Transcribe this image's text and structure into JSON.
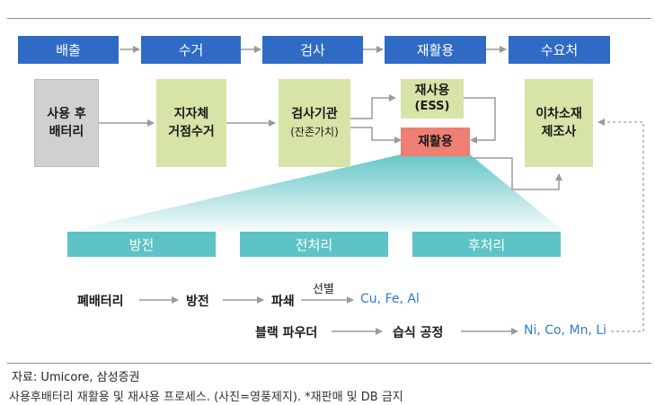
{
  "stages": [
    "배출",
    "수거",
    "검사",
    "재활용",
    "수요처"
  ],
  "boxes": {
    "used_battery": [
      "사용 후",
      "배터리"
    ],
    "local_collection": [
      "지자체",
      "거점수거"
    ],
    "inspection": {
      "title": "검사기관",
      "sub": "(잔존가치)"
    },
    "reuse": {
      "title": "재사용",
      "sub": "(ESS)"
    },
    "recycle": "재활용",
    "secondary_maker": [
      "이차소재",
      "제조사"
    ]
  },
  "processes": [
    "방전",
    "전처리",
    "후처리"
  ],
  "flow": {
    "waste_battery": "폐배터리",
    "discharge": "방전",
    "crush": "파쇄",
    "sorting": "선별",
    "metals_1": "Cu, Fe, Al",
    "black_powder": "블랙 파우더",
    "wet_process": "습식 공정",
    "metals_2": "Ni, Co, Mn, Li"
  },
  "source": "자료: Umicore, 삼성증권",
  "caption": "사용후배터리 재활용 및 재사용 프로세스. (사진=영풍제지). *재판매 및 DB 금지",
  "colors": {
    "stage_blue": "#2f6bc5",
    "box_green": "#d7e4a8",
    "box_gray": "#d0d0d0",
    "recycle_salmon": "#ef7f72",
    "process_teal": "#5ec3c6",
    "metal_blue": "#2f7bd2"
  }
}
